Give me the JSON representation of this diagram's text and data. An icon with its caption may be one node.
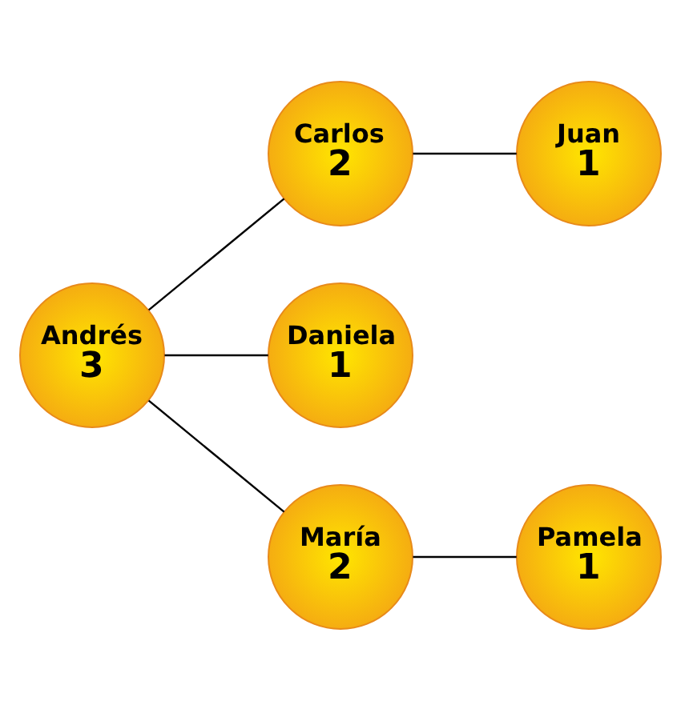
{
  "diagram": {
    "nodes": [
      {
        "text": [
          "Andrés",
          "3"
        ]
      },
      {
        "text": [
          "Carlos",
          "2"
        ]
      },
      {
        "text": [
          "Juan",
          "1"
        ]
      },
      {
        "text": [
          "Daniela",
          "1"
        ]
      },
      {
        "text": [
          "María",
          "2"
        ]
      },
      {
        "text": [
          "Pamela",
          "1"
        ]
      }
    ],
    "edges": [
      {
        "from": 0,
        "to": 1,
        "arrow": "none"
      },
      {
        "from": 1,
        "to": 2,
        "arrow": "none"
      },
      {
        "from": 0,
        "to": 3,
        "arrow": "none"
      },
      {
        "from": 0,
        "to": 4,
        "arrow": "none"
      },
      {
        "from": 4,
        "to": 5,
        "arrow": "none"
      }
    ]
  }
}
